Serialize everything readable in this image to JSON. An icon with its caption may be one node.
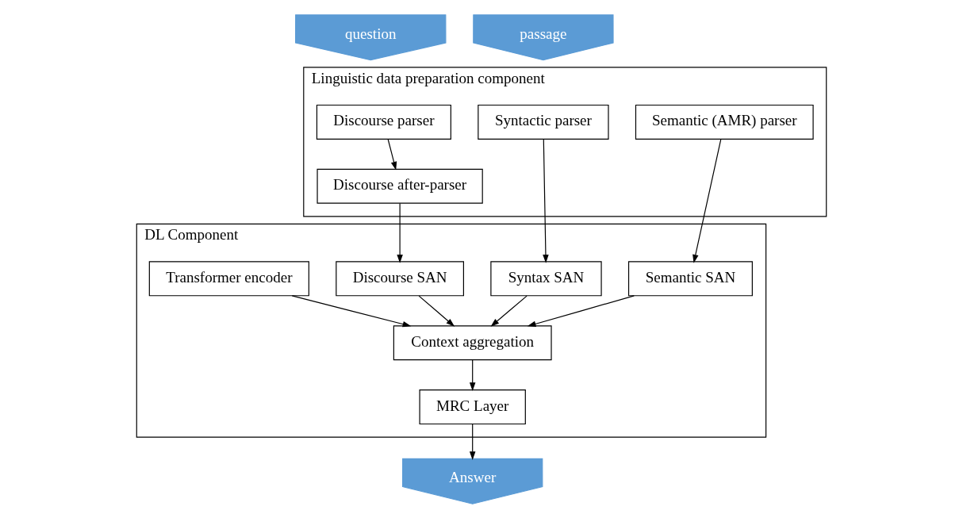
{
  "diagram": {
    "nodes": [
      {
        "text": [
          "question"
        ]
      },
      {
        "text": [
          "passage"
        ]
      },
      {
        "text": [
          "Linguistic data preparation component"
        ]
      },
      {
        "text": [
          "Syntactic parser"
        ],
        "in": 2
      },
      {
        "text": [
          "Semantic (AMR) parser"
        ],
        "in": 2
      },
      {
        "text": [
          "Discourse parser"
        ],
        "in": 2
      },
      {
        "text": [
          "Discourse after-parser"
        ],
        "in": 2
      },
      {
        "text": [
          "DL Component"
        ]
      },
      {
        "text": [
          "Syntax SAN"
        ],
        "in": 7
      },
      {
        "text": [
          "Semantic SAN"
        ],
        "in": 7
      },
      {
        "text": [
          "Discourse SAN"
        ],
        "in": 7
      },
      {
        "text": [
          "Transformer encoder"
        ],
        "in": 7
      },
      {
        "text": [
          "Context aggregation"
        ],
        "in": 7
      },
      {
        "text": [
          "MRC Layer"
        ],
        "in": 7
      },
      {
        "text": [
          "Answer"
        ]
      }
    ],
    "edges": [
      {
        "from": 5,
        "to": 6,
        "arrow": "to"
      },
      {
        "from": 3,
        "to": 8,
        "arrow": "to"
      },
      {
        "from": 4,
        "to": 9,
        "arrow": "to"
      },
      {
        "from": 6,
        "to": 10,
        "arrow": "to"
      },
      {
        "from": 8,
        "to": 12,
        "arrow": "to"
      },
      {
        "from": 9,
        "to": 12,
        "arrow": "to"
      },
      {
        "from": 10,
        "to": 12,
        "arrow": "to"
      },
      {
        "from": 11,
        "to": 12,
        "arrow": "to"
      },
      {
        "from": 12,
        "to": 13,
        "arrow": "to"
      },
      {
        "from": 13,
        "to": 14,
        "arrow": "to"
      }
    ]
  }
}
